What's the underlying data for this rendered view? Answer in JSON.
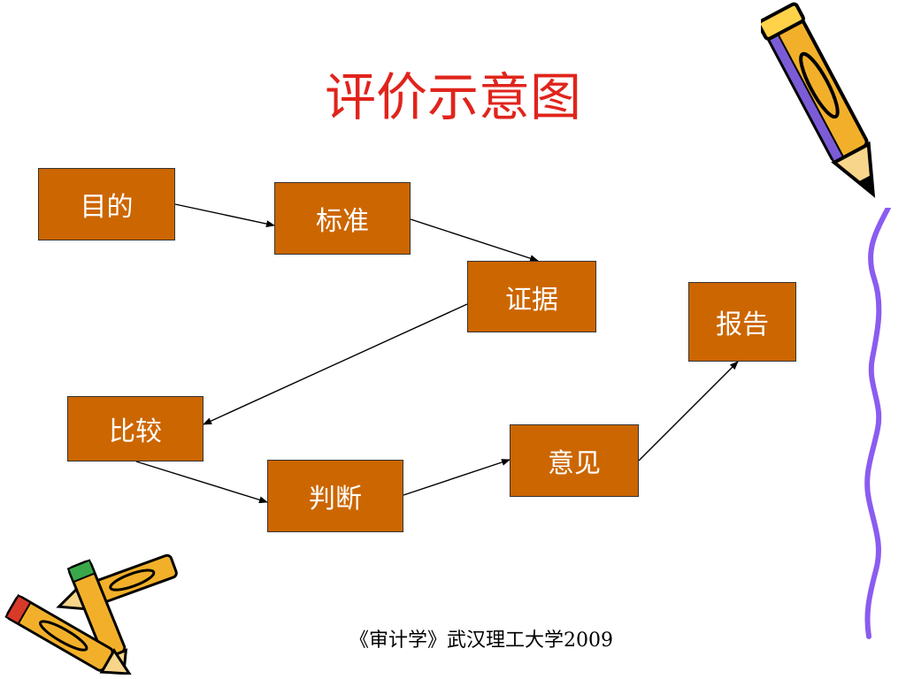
{
  "title": "评价示意图",
  "colors": {
    "title": "#e0241c",
    "node_fill": "#cc6600",
    "node_text": "#ffffff",
    "pencil_body": "#f2b02a",
    "pencil_accent": "#7b5cd6",
    "squiggle": "#8a5cf0"
  },
  "nodes": {
    "mudi": "目的",
    "biaozhun": "标准",
    "zhengju": "证据",
    "bijiao": "比较",
    "panduan": "判断",
    "yijian": "意见",
    "baogao": "报告"
  },
  "edges": [
    {
      "from": "mudi",
      "to": "biaozhun"
    },
    {
      "from": "biaozhun",
      "to": "zhengju"
    },
    {
      "from": "zhengju",
      "to": "bijiao"
    },
    {
      "from": "bijiao",
      "to": "panduan"
    },
    {
      "from": "panduan",
      "to": "yijian"
    },
    {
      "from": "yijian",
      "to": "baogao"
    }
  ],
  "decorations": {
    "pencil_top_right": "pencil-icon",
    "pencils_bottom_left": "pencils-icon",
    "squiggle_right": "squiggle-line"
  },
  "footer": "《审计学》武汉理工大学2009"
}
